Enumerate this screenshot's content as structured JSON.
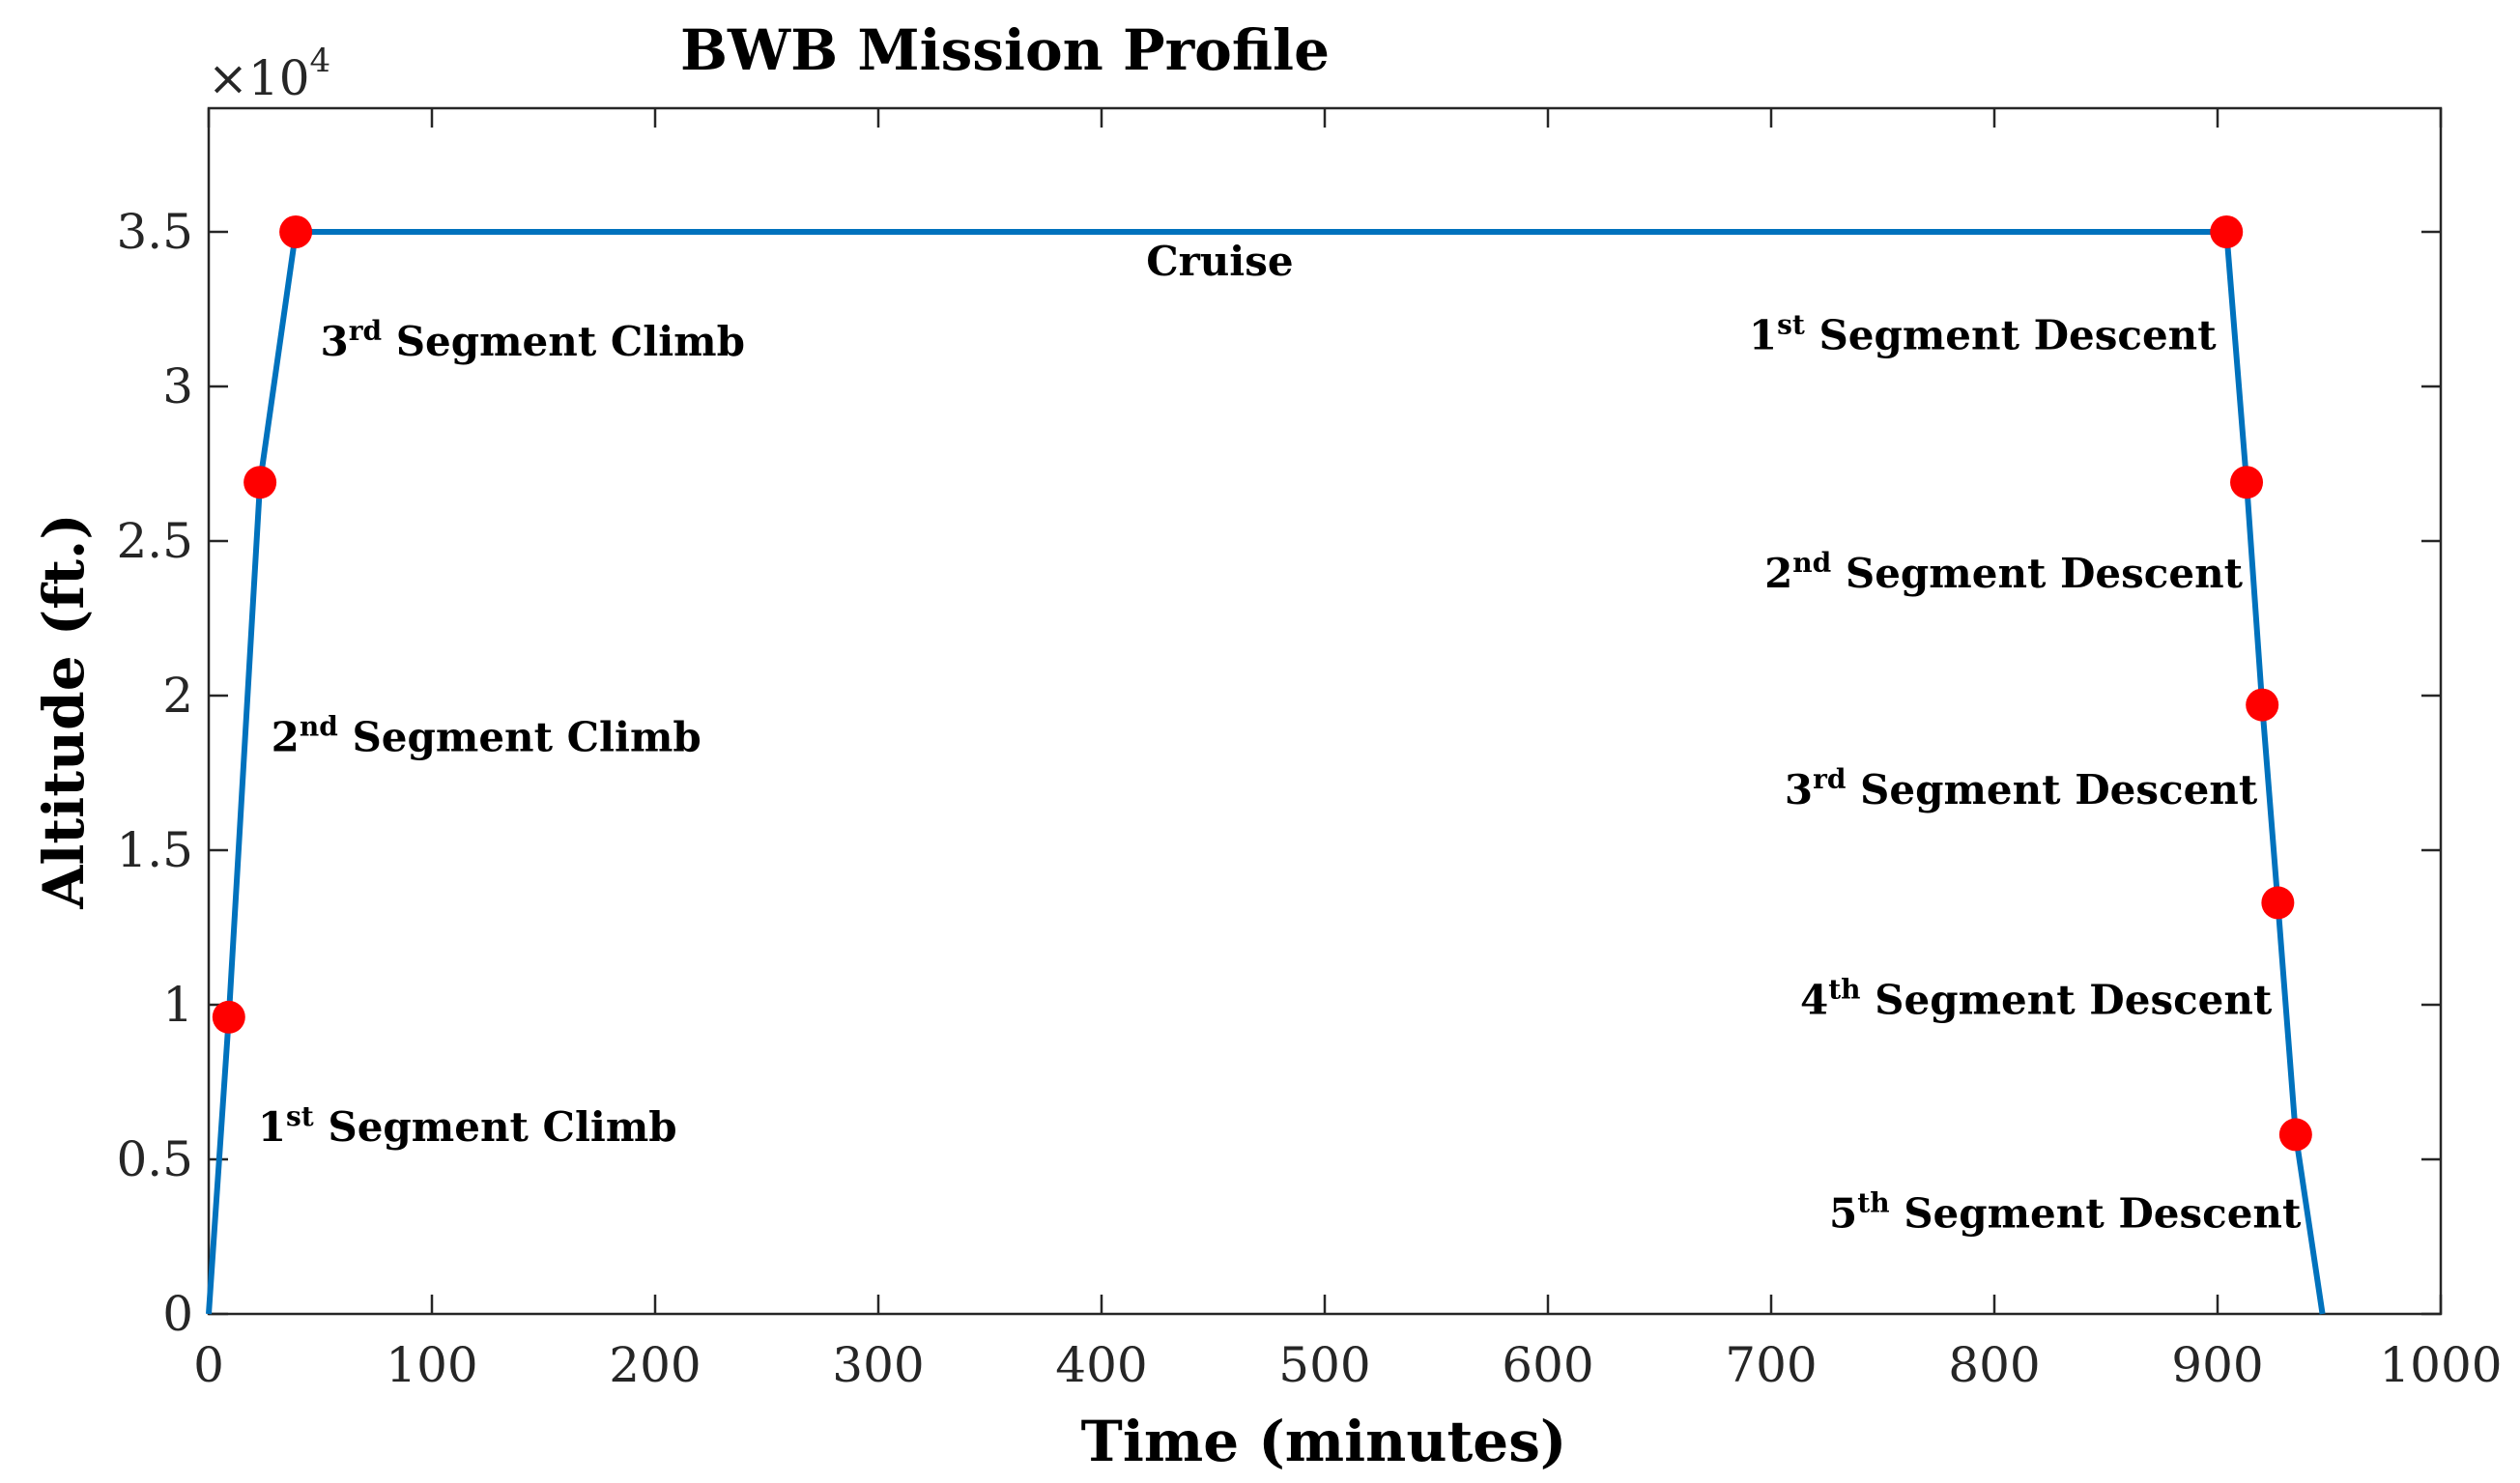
{
  "chart_data": {
    "type": "line",
    "title": "BWB Mission Profile",
    "xlabel": "Time (minutes)",
    "ylabel": "Altitude (ft.)",
    "xlim": [
      0,
      1000
    ],
    "ylim": [
      0,
      39000
    ],
    "x_ticks": [
      0,
      100,
      200,
      300,
      400,
      500,
      600,
      700,
      800,
      900,
      1000
    ],
    "x_tick_labels": [
      "0",
      "100",
      "200",
      "300",
      "400",
      "500",
      "600",
      "700",
      "800",
      "900",
      "1000"
    ],
    "y_ticks": [
      0,
      5000,
      10000,
      15000,
      20000,
      25000,
      30000,
      35000
    ],
    "y_tick_labels": [
      "0",
      "0.5",
      "1",
      "1.5",
      "2",
      "2.5",
      "3",
      "3.5"
    ],
    "y_exponent_base": "×10",
    "y_exponent_power": "4",
    "grid": false,
    "line_color": "#0072BD",
    "marker_color": "#FF0000",
    "line_points": [
      {
        "x": 0,
        "y": 0
      },
      {
        "x": 9,
        "y": 9600
      },
      {
        "x": 23,
        "y": 26900
      },
      {
        "x": 39,
        "y": 35000
      },
      {
        "x": 904,
        "y": 35000
      },
      {
        "x": 913,
        "y": 26900
      },
      {
        "x": 920,
        "y": 19700
      },
      {
        "x": 927,
        "y": 13300
      },
      {
        "x": 935,
        "y": 5800
      },
      {
        "x": 947,
        "y": 0
      }
    ],
    "markers": [
      {
        "x": 9,
        "y": 9600
      },
      {
        "x": 23,
        "y": 26900
      },
      {
        "x": 39,
        "y": 35000
      },
      {
        "x": 904,
        "y": 35000
      },
      {
        "x": 913,
        "y": 26900
      },
      {
        "x": 920,
        "y": 19700
      },
      {
        "x": 927,
        "y": 13300
      },
      {
        "x": 935,
        "y": 5800
      }
    ],
    "annotations": [
      {
        "ordinal": "1",
        "sup": "st",
        "text": " Segment Climb",
        "x": 22,
        "y": 5600
      },
      {
        "ordinal": "2",
        "sup": "nd",
        "text": " Segment Climb",
        "x": 28,
        "y": 18200
      },
      {
        "ordinal": "3",
        "sup": "rd",
        "text": " Segment Climb",
        "x": 50,
        "y": 31000
      },
      {
        "ordinal": "",
        "sup": "",
        "text": "Cruise",
        "x": 420,
        "y": 33600
      },
      {
        "ordinal": "1",
        "sup": "st",
        "text": " Segment Descent",
        "x": 690,
        "y": 31200
      },
      {
        "ordinal": "2",
        "sup": "nd",
        "text": " Segment Descent",
        "x": 697,
        "y": 23500
      },
      {
        "ordinal": "3",
        "sup": "rd",
        "text": " Segment Descent",
        "x": 706,
        "y": 16500
      },
      {
        "ordinal": "4",
        "sup": "th",
        "text": " Segment Descent",
        "x": 713,
        "y": 9700
      },
      {
        "ordinal": "5",
        "sup": "th",
        "text": " Segment Descent",
        "x": 726,
        "y": 2800
      }
    ]
  }
}
